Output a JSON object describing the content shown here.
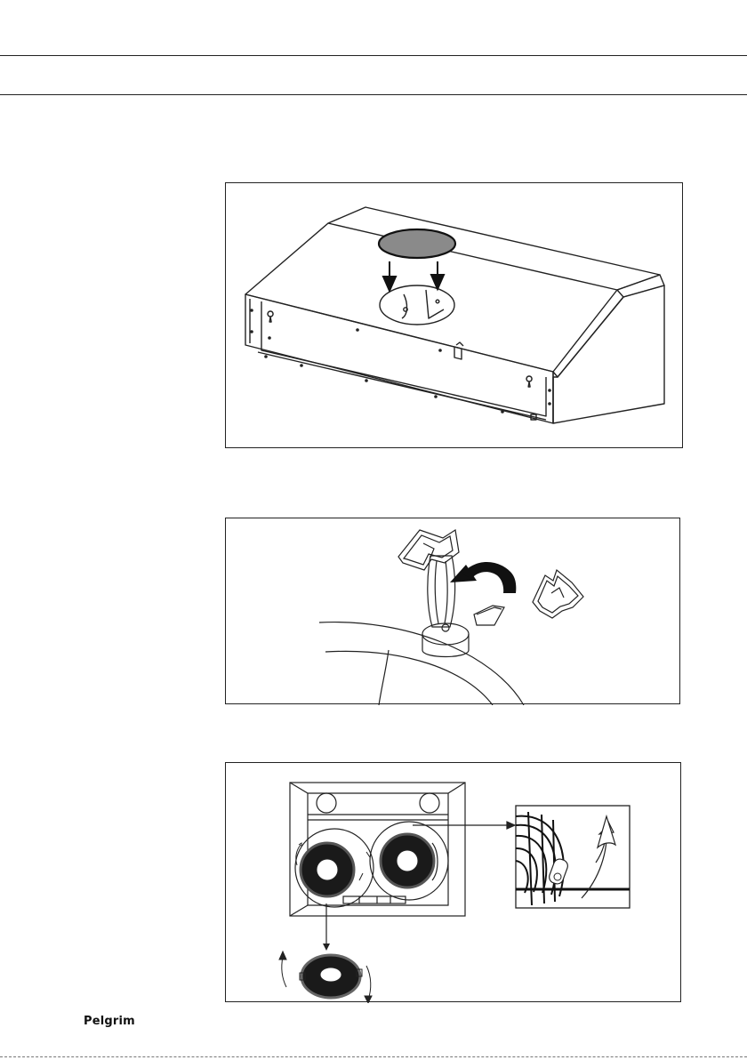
{
  "footer": {
    "brand": "Pelgrim"
  },
  "figures": [
    {
      "name": "hood-cover-installation",
      "icons": [
        "down-arrow-icon",
        "down-arrow-icon"
      ]
    },
    {
      "name": "filter-clip-removal",
      "icons": [
        "curved-arrow-icon"
      ]
    },
    {
      "name": "carbon-filter-rotation",
      "icons": [
        "pointer-arrow-icon",
        "rotate-arrow-icon"
      ]
    }
  ],
  "colors": {
    "line": "#222222",
    "cover": "#8a8a8a",
    "filter": "#1a1a1a"
  }
}
